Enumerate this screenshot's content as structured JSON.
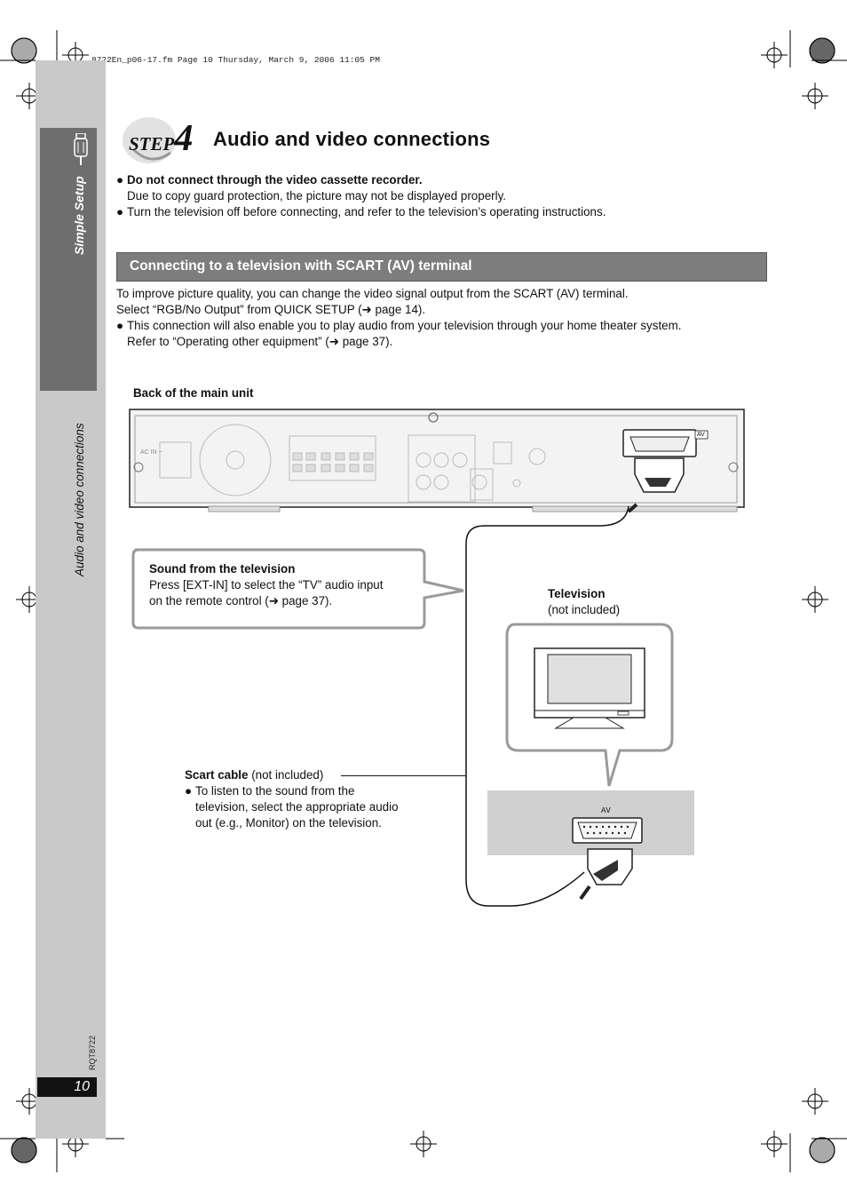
{
  "header_line": "8722En_p06-17.fm  Page 10  Thursday, March 9, 2006  11:05 PM",
  "sidebar": {
    "section_label": "Simple Setup",
    "topic_label": "Audio and video connections",
    "doc_code": "RQT8722",
    "page_number": "10"
  },
  "step": {
    "word": "STEP",
    "number": "4",
    "title": "Audio and video connections"
  },
  "intro": {
    "bullet1_bold": "Do not connect through the video cassette recorder.",
    "bullet1_detail": "Due to copy guard protection, the picture may not be displayed properly.",
    "bullet2": "Turn the television off before connecting, and refer to the television’s operating instructions."
  },
  "section": {
    "title": "Connecting to a television with SCART (AV) terminal",
    "para_line1": "To improve picture quality, you can change the video signal output from the SCART (AV) terminal.",
    "para_line2": "Select “RGB/No Output” from QUICK SETUP (➜ page 14).",
    "bullet_line1": "This connection will also enable you to play audio from your television through your home theater system.",
    "bullet_line2": "Refer to “Operating other equipment” (➜ page 37)."
  },
  "diagram": {
    "back_label": "Back of the main unit",
    "panel_ac": "AC IN ~",
    "panel_av": "AV",
    "callout_title": "Sound from the television",
    "callout_line1": "Press [EXT-IN] to select the “TV” audio input",
    "callout_line2": "on the remote control (➜ page 37).",
    "tv_label": "Television",
    "tv_note": "(not included)",
    "scart_label": "Scart cable",
    "scart_note": " (not included)",
    "scart_bullet1": "To listen to the sound from the",
    "scart_bullet2": "television, select the appropriate audio",
    "scart_bullet3": "out (e.g., Monitor) on the television.",
    "tv_av_label": "AV"
  }
}
